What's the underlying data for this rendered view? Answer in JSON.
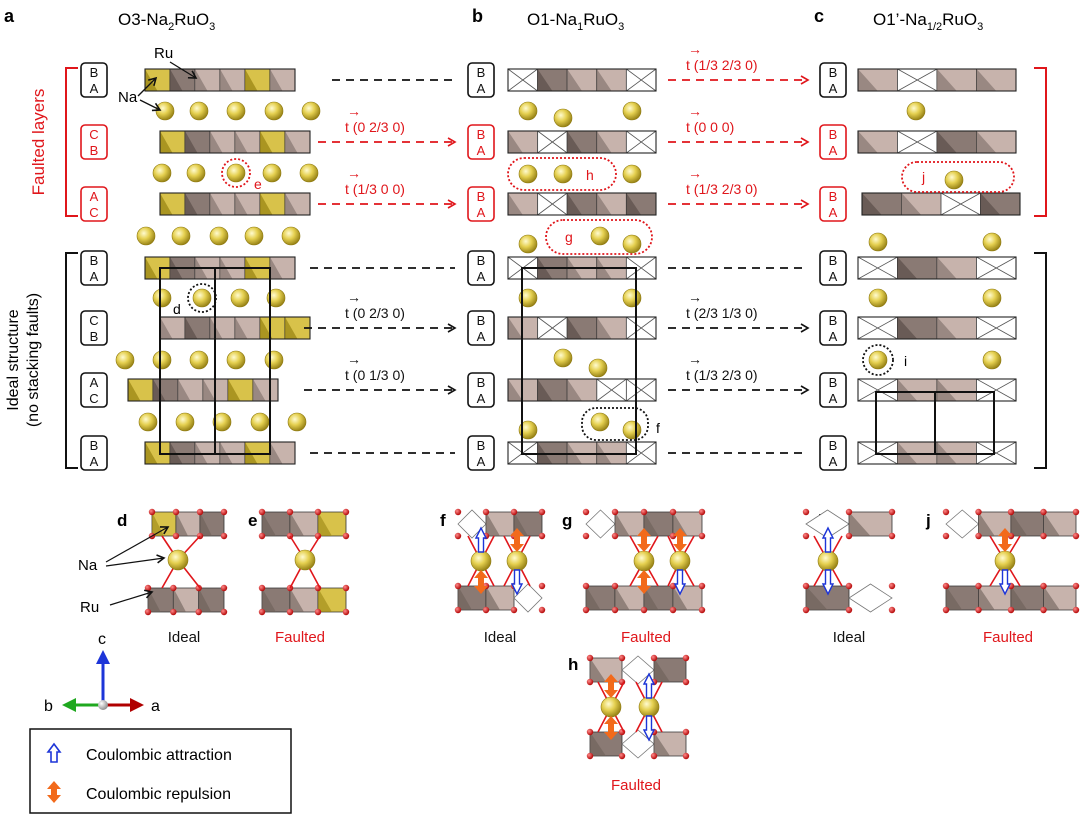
{
  "colors": {
    "red": "#e0161b",
    "black": "#111111",
    "gold": "#d8c24a",
    "goldDark": "#9b8614",
    "ruLight": "#c7b3ac",
    "ruDark": "#8a7a74",
    "blue": "#1d35d8",
    "orange": "#f26a1b",
    "oxygen": "#d91f1f"
  },
  "panels": {
    "a": {
      "letter": "a",
      "title": "O3-Na",
      "sub1": "2",
      "mid": "RuO",
      "sub2": "3"
    },
    "b": {
      "letter": "b",
      "title": "O1-Na",
      "sub1": "1",
      "mid": "RuO",
      "sub2": "3"
    },
    "c": {
      "letter": "c",
      "title": "O1’-Na",
      "sub1": "1/2",
      "mid": "RuO",
      "sub2": "3"
    }
  },
  "labels": {
    "faulted_layers": "Faulted layers",
    "ideal_line1": "Ideal structure",
    "ideal_line2": "(no stacking faults)",
    "ru": "Ru",
    "na": "Na",
    "vector_t": "t",
    "arrow": "→"
  },
  "stacking": {
    "a": [
      [
        "B",
        "A"
      ],
      [
        "C",
        "B"
      ],
      [
        "A",
        "C"
      ],
      [
        "B",
        "A"
      ],
      [
        "C",
        "B"
      ],
      [
        "A",
        "C"
      ],
      [
        "B",
        "A"
      ]
    ],
    "b": [
      [
        "B",
        "A"
      ],
      [
        "B",
        "A"
      ],
      [
        "B",
        "A"
      ],
      [
        "B",
        "A"
      ],
      [
        "B",
        "A"
      ],
      [
        "B",
        "A"
      ],
      [
        "B",
        "A"
      ]
    ],
    "c": [
      [
        "B",
        "A"
      ],
      [
        "B",
        "A"
      ],
      [
        "B",
        "A"
      ],
      [
        "B",
        "A"
      ],
      [
        "B",
        "A"
      ],
      [
        "B",
        "A"
      ],
      [
        "B",
        "A"
      ]
    ]
  },
  "translations_ab": [
    {
      "open": "(0 ",
      "num": "2",
      "den": "3",
      "close": " 0)"
    },
    {
      "open": "(",
      "num": "1",
      "den": "3",
      "close": " 0 0)"
    },
    {
      "open": "(0 ",
      "num": "2",
      "den": "3",
      "close": " 0)"
    },
    {
      "open": "(0 ",
      "num": "1",
      "den": "3",
      "close": " 0)"
    }
  ],
  "translations_bc": [
    {
      "text": "(1/3 2/3 0)"
    },
    {
      "text": "(0 0 0)"
    },
    {
      "text": "(1/3 2/3 0)"
    },
    {
      "text": "(2/3 1/3 0)"
    },
    {
      "text": "(1/3 2/3 0)"
    }
  ],
  "callouts": {
    "d": "d",
    "e": "e",
    "f": "f",
    "g": "g",
    "h": "h",
    "i": "i",
    "j": "j"
  },
  "details": {
    "d": {
      "letter": "d",
      "caption": "Ideal"
    },
    "e": {
      "letter": "e",
      "caption": "Faulted"
    },
    "f": {
      "letter": "f",
      "caption": "Ideal"
    },
    "g": {
      "letter": "g",
      "caption": "Faulted"
    },
    "h": {
      "letter": "h",
      "caption": "Faulted"
    },
    "i": {
      "letter": "i",
      "caption": "Ideal"
    },
    "j": {
      "letter": "j",
      "caption": "Faulted"
    }
  },
  "axes": {
    "c": "c",
    "b": "b",
    "a": "a"
  },
  "legend": {
    "attraction": "Coulombic attraction",
    "repulsion": "Coulombic repulsion"
  }
}
